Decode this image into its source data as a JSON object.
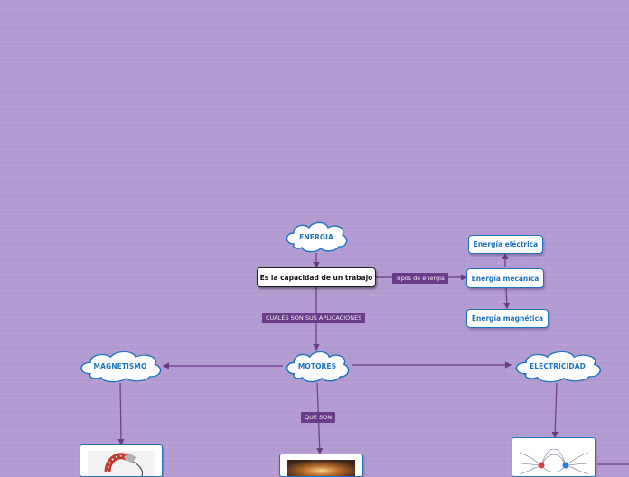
{
  "nodes": {
    "energia": "ENERGIA",
    "definicion": "Es la capacidad de un trabajo",
    "motores": "MOTORES",
    "magnetismo": "MAGNETISMO",
    "electricidad": "ELECTRICIDAD",
    "energia_electrica": "Energía eléctrica",
    "energia_mecanica": "Energía mecánica",
    "energia_magnetica": "Energía magnética"
  },
  "link_labels": {
    "tipos": "Tipos de energía",
    "aplicaciones": "CUALES SON SUS APLICACIONES",
    "que_son": "QUE SON"
  },
  "images": {
    "magnet": "magnet-image",
    "motor": "motor-image",
    "field": "electric-field-image"
  },
  "colors": {
    "background": "#b39bd1",
    "connector": "#6a3b87",
    "node_text": "#1e73be",
    "label_bg": "#6a3b87"
  }
}
